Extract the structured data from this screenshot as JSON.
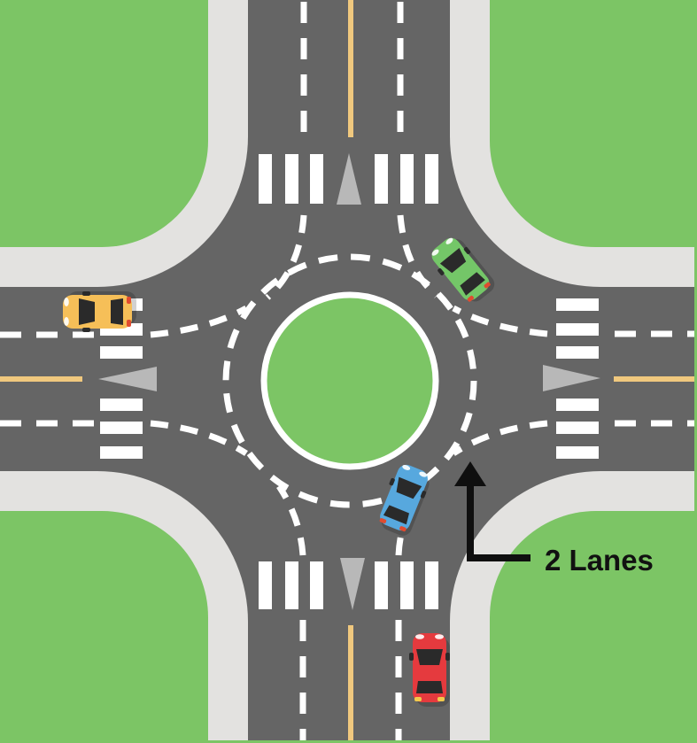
{
  "annotation": {
    "label": "2 Lanes"
  },
  "colors": {
    "road": "#656565",
    "sidewalk": "#E3E2E0",
    "grass": "#7CC565",
    "marking": "#FFFFFF",
    "center_line": "#F0C87E",
    "yield_triangle": "#B8B8B8",
    "arrow": "#0F0F0F",
    "car_yellow": "#F6BF58",
    "car_green": "#74C668",
    "car_blue": "#57A8DE",
    "car_red": "#E53A3E",
    "car_window": "#2A2A2A",
    "taillight_red": "#E04B30",
    "taillight_yellow": "#F2C94C",
    "headlight": "#FFFFFF"
  },
  "scene": {
    "description": "Four-way intersection with a two-lane roundabout, zebra crosswalks and yield triangles on every approach",
    "cars": [
      {
        "id": "car-yellow",
        "color": "yellow",
        "location": "west road, north lane",
        "heading": "west"
      },
      {
        "id": "car-green",
        "color": "green",
        "location": "roundabout north-east",
        "heading": "north-west"
      },
      {
        "id": "car-blue",
        "color": "blue",
        "location": "roundabout south",
        "heading": "north-east"
      },
      {
        "id": "car-red",
        "color": "red",
        "location": "south road, east lane",
        "heading": "north"
      }
    ]
  }
}
